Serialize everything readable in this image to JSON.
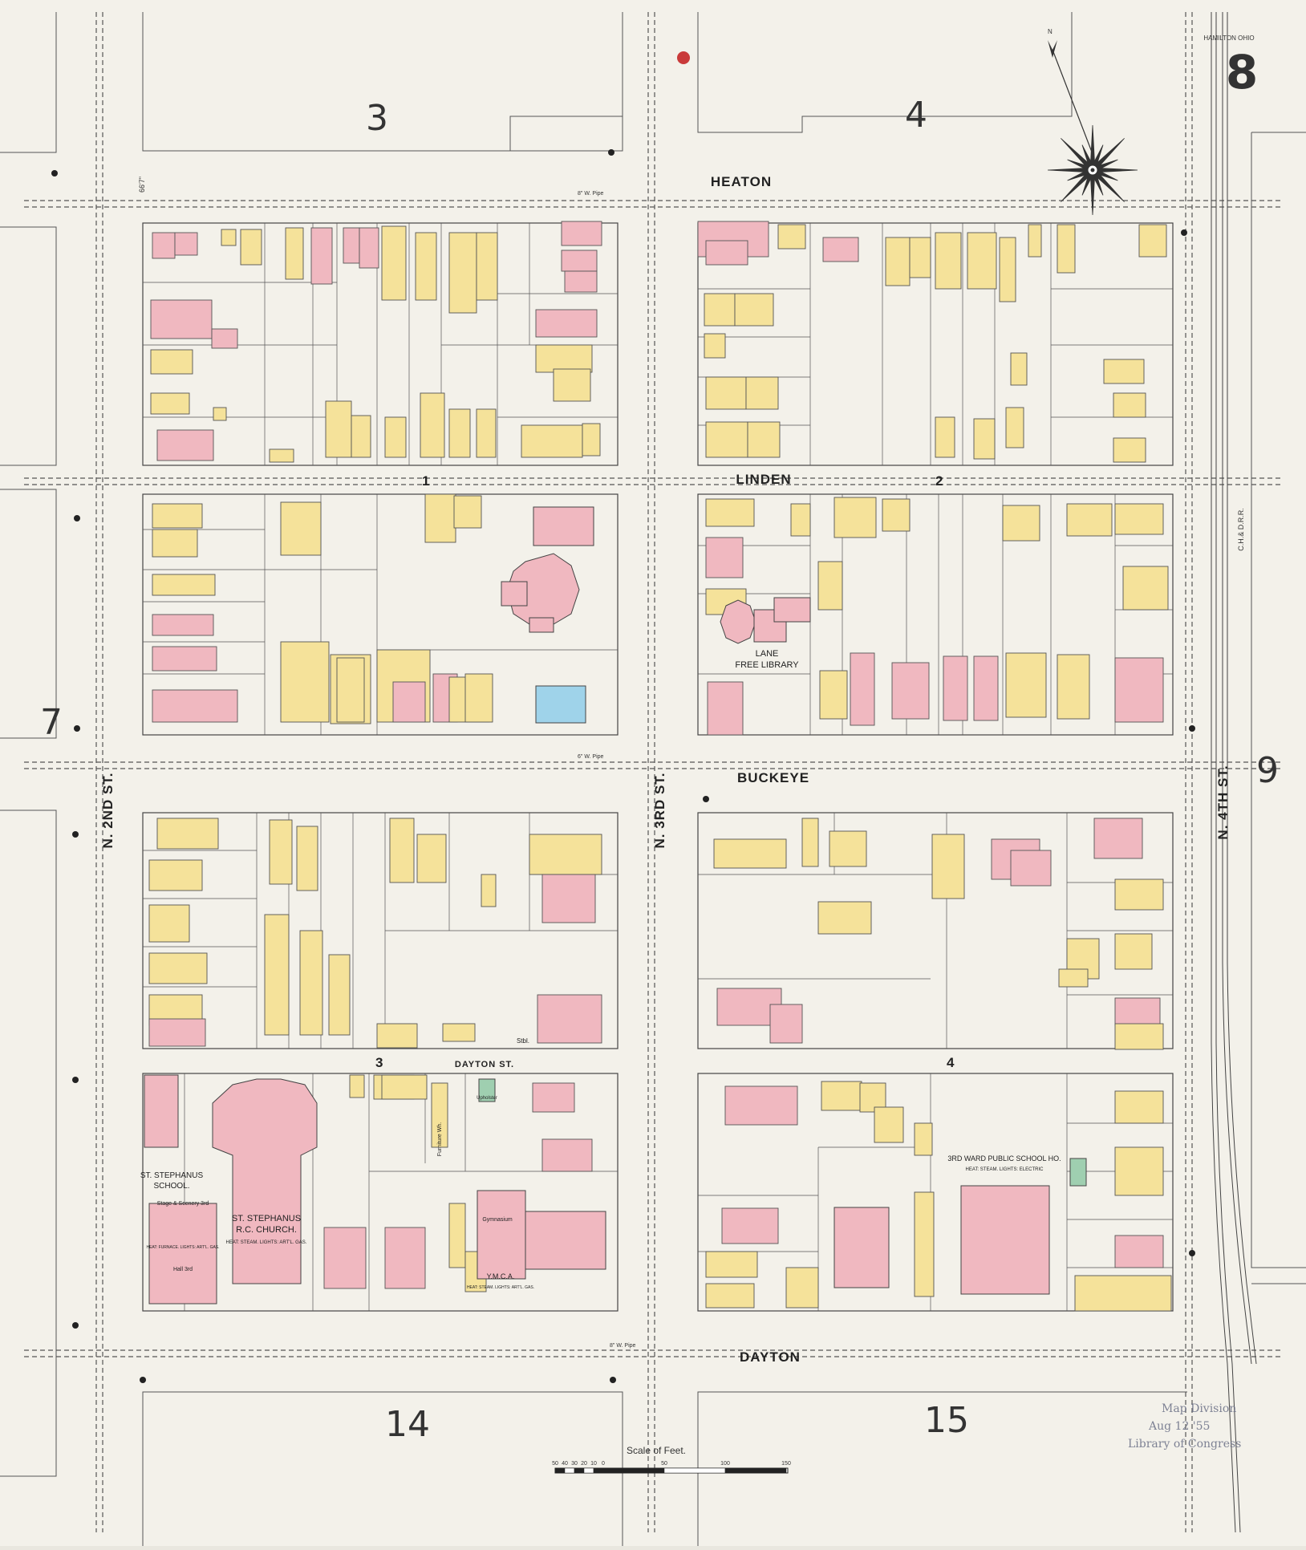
{
  "header": {
    "sheet_number": "8",
    "place_label": "HAMILTON OHIO"
  },
  "streets": {
    "heaton": "HEATON",
    "linden": "LINDEN",
    "buckeye": "BUCKEYE",
    "dayton_st_small": "DAYTON ST.",
    "dayton": "DAYTON",
    "n2nd": "N. 2ND ST.",
    "n3rd": "N. 3RD ST.",
    "n4th": "N. 4TH ST.",
    "railroad": "C.H.& D.R.R."
  },
  "adjacent_sheets": [
    "3",
    "4",
    "7",
    "9",
    "14",
    "15"
  ],
  "block_numbers": [
    "1",
    "2",
    "3",
    "4"
  ],
  "landmarks": {
    "library_line1": "LANE",
    "library_line2": "FREE LIBRARY",
    "church_line1": "ST. STEPHANUS",
    "church_line2": "R.C. CHURCH.",
    "church_detail": "HEAT: STEAM. LIGHTS: ART'L. GAS.",
    "school_line1": "ST. STEPHANUS",
    "school_line2": "SCHOOL.",
    "school_stage": "Stage & Scenery 3rd",
    "school_hall": "Hall 3rd",
    "school_detail": "HEAT: FURNACE. LIGHTS: ART'L. GAS.",
    "ymca_line1": "Y.M.C.A.",
    "ymca_detail": "HEAT: STEAM. LIGHTS: ART'L. GAS.",
    "gymnasium": "Gymnasium",
    "public_school": "3RD WARD PUBLIC SCHOOL HO.",
    "public_school_detail": "HEAT: STEAM. LIGHTS: ELECTRIC",
    "furniture": "Furniture Wh.",
    "upholster": "Upholster",
    "stable": "Stbl."
  },
  "pipes": {
    "pipe_heaton": "8\" W. Pipe",
    "pipe_buckeye": "6\" W. Pipe",
    "pipe_dayton": "8\" W. Pipe",
    "street_width": "66'7\""
  },
  "scale": {
    "label": "Scale of Feet.",
    "ticks": [
      "50",
      "40",
      "30",
      "20",
      "10",
      "0",
      "50",
      "100",
      "150"
    ]
  },
  "stamp": {
    "line1": "Map Division",
    "line2": "Aug 12 '55",
    "line3": "Library of Congress"
  },
  "colors": {
    "paper": "#f3f1ea",
    "brick": "#f0b8c0",
    "frame": "#f5e29a",
    "stone": "#9fd3ea",
    "iron": "#9fcfb0",
    "hydrant": "#c93a3a"
  }
}
